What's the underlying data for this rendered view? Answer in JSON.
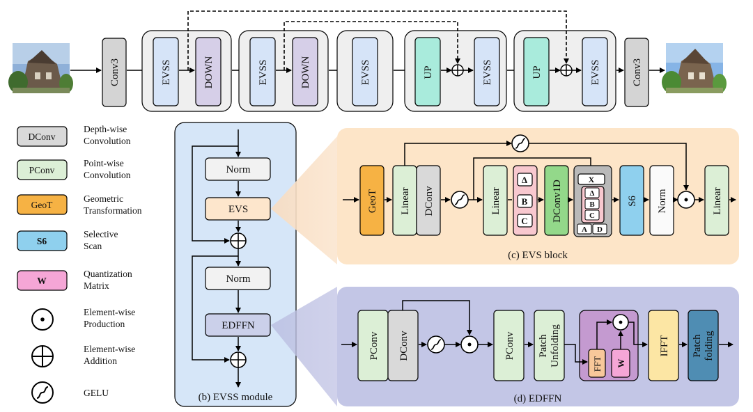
{
  "top_pipeline": {
    "conv_in": "Conv3",
    "evss": "EVSS",
    "down": "DOWN",
    "up": "UP",
    "conv_out": "Conv3"
  },
  "legend": [
    {
      "key": "DConv",
      "line1": "Depth-wise",
      "line2": "Convolution",
      "color": "#d9d9d9"
    },
    {
      "key": "PConv",
      "line1": "Point-wise",
      "line2": "Convolution",
      "color": "#dcefd6"
    },
    {
      "key": "GeoT",
      "line1": "Geometric",
      "line2": "Transformation",
      "color": "#f6b244"
    },
    {
      "key": "S6",
      "line1": "Selective",
      "line2": "Scan",
      "color": "#8fd0ee"
    },
    {
      "key": "W",
      "line1": "Quantization",
      "line2": "Matrix",
      "color": "#f5a6d6"
    },
    {
      "key": "dot",
      "line1": "Element-wise",
      "line2": "Production"
    },
    {
      "key": "plus",
      "line1": "Element-wise",
      "line2": "Addition"
    },
    {
      "key": "gelu",
      "line1": "GELU",
      "line2": ""
    }
  ],
  "evss_module": {
    "norm1": "Norm",
    "evs": "EVS",
    "norm2": "Norm",
    "edffn": "EDFFN",
    "caption": "(b) EVSS module"
  },
  "evs_block": {
    "geot": "GeoT",
    "linear1": "Linear",
    "dconv": "DConv",
    "linear2": "Linear",
    "delta": "Δ",
    "b": "B",
    "c": "C",
    "dconv1d": "DConv1D",
    "x": "X",
    "a": "A",
    "d": "D",
    "s6": "S6",
    "norm": "Norm",
    "linear3": "Linear",
    "caption": "(c) EVS block"
  },
  "edffn": {
    "pconv1": "PConv",
    "dconv": "DConv",
    "pconv2": "PConv",
    "patch_unfolding_1": "Patch",
    "patch_unfolding_2": "Unfolding",
    "fft": "FFT",
    "w": "W",
    "ifft": "IFFT",
    "patch_folding_1": "Patch",
    "patch_folding_2": "folding",
    "caption": "(d) EDFFN"
  }
}
